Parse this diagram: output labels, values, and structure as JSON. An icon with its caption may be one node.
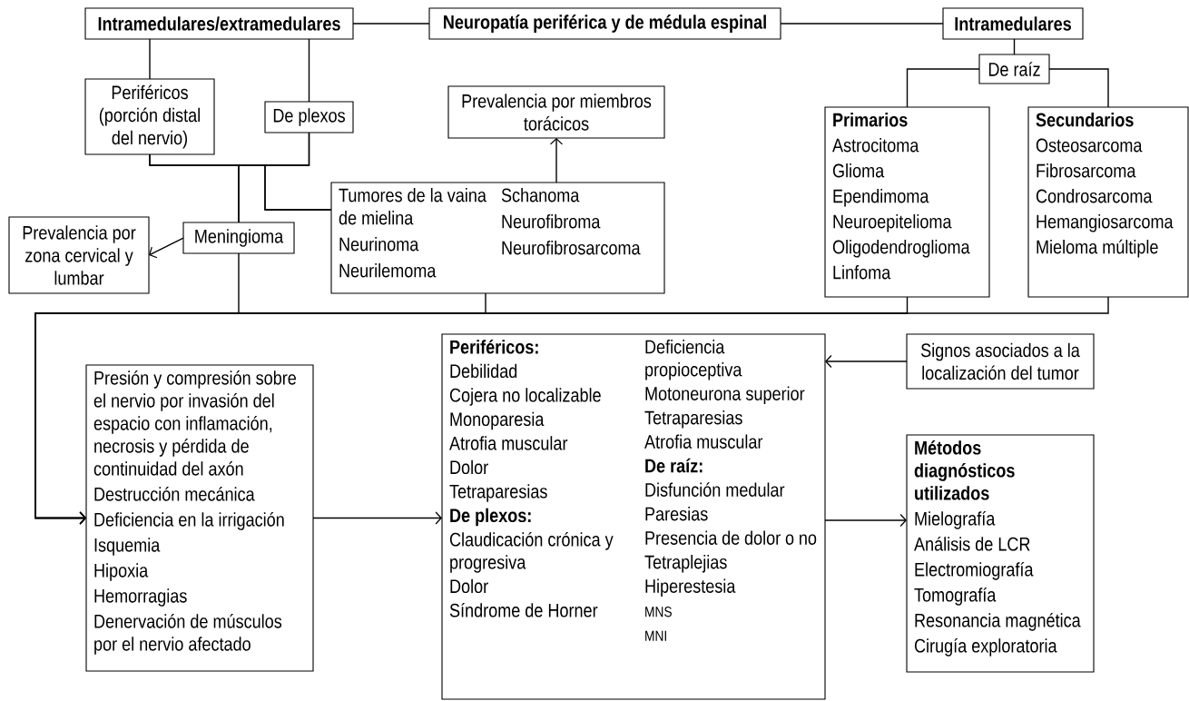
{
  "diagram": {
    "nodes": [
      {
        "text": [
          "Intramedulares/extramedulares"
        ]
      },
      {
        "text": [
          "Neuropatía periférica y de médula espinal"
        ]
      },
      {
        "text": [
          "Intramedulares"
        ]
      },
      {
        "text": [
          "Periféricos (porción distal del nervio)"
        ]
      },
      {
        "text": [
          "De plexos"
        ]
      },
      {
        "text": [
          "Prevalencia por miembros torácicos"
        ]
      },
      {
        "text": [
          "Tumores de la vaina de mielina",
          "Neurinoma",
          "Neurilemoma",
          "Schanoma",
          "Neurofibroma",
          "Neurofibrosarcoma"
        ]
      },
      {
        "text": [
          "Meningioma"
        ]
      },
      {
        "text": [
          "Prevalencia por zona cervical y lumbar"
        ]
      },
      {
        "text": [
          "De raíz"
        ]
      },
      {
        "text": [
          "Primarios",
          "Astrocitoma",
          "Glioma",
          "Ependimoma",
          "Neuroepitelioma",
          "Oligodendroglioma",
          "Linfoma"
        ]
      },
      {
        "text": [
          "Secundarios",
          "Osteosarcoma",
          "Fibrosarcoma",
          "Condrosarcoma",
          "Hemangiosarcoma",
          "Mieloma múltiple"
        ]
      },
      {
        "text": [
          "Presión y compresión sobre el nervio por invasión del espacio con inflamación, necrosis y pérdida de continuidad del axón",
          "Destrucción mecánica",
          "Deficiencia en la irrigación",
          "Isquemia",
          "Hipoxia",
          "Hemorragias",
          "Denervación de músculos por el nervio afectado"
        ]
      },
      {
        "text": [
          "Periféricos:",
          "Debilidad",
          "Cojera no localizable",
          "Monoparesia",
          "Atrofia muscular",
          "Dolor",
          "Tetraparesias",
          "De plexos:",
          "Claudicación crónica y progresiva",
          "Dolor",
          "Síndrome de Horner",
          "Deficiencia propioceptiva",
          "Motoneurona superior",
          "Tetraparesias",
          "Atrofia muscular",
          "De raíz:",
          "Disfunción medular",
          "Paresias",
          "Presencia de dolor o no",
          "Tetraplejias",
          "Hiperestesia",
          "MNS",
          "MNI"
        ]
      },
      {
        "text": [
          "Signos asociados a la localización del tumor"
        ]
      },
      {
        "text": [
          "Métodos diagnósticos utilizados",
          "Mielografía",
          "Análisis de LCR",
          "Electromiografía",
          "Tomografía",
          "Resonancia magnética",
          "Cirugía exploratoria"
        ]
      }
    ],
    "edges": [
      {
        "from": 1,
        "to": 0,
        "arrow": "none"
      },
      {
        "from": 1,
        "to": 2,
        "arrow": "none"
      },
      {
        "from": 0,
        "to": 3,
        "arrow": "none"
      },
      {
        "from": 0,
        "to": 4,
        "arrow": "none"
      },
      {
        "from": 2,
        "to": 9,
        "arrow": "none"
      },
      {
        "from": 9,
        "to": 10,
        "arrow": "none"
      },
      {
        "from": 9,
        "to": 11,
        "arrow": "none"
      },
      {
        "from": 3,
        "to": 6,
        "arrow": "none"
      },
      {
        "from": 4,
        "to": 6,
        "arrow": "none"
      },
      {
        "from": 3,
        "to": 7,
        "arrow": "none"
      },
      {
        "from": 4,
        "to": 7,
        "arrow": "none"
      },
      {
        "from": 6,
        "to": 5,
        "arrow": "to"
      },
      {
        "from": 7,
        "to": 8,
        "arrow": "to"
      },
      {
        "from": 7,
        "to": 12,
        "arrow": "to"
      },
      {
        "from": 6,
        "to": 12,
        "arrow": "to"
      },
      {
        "from": 10,
        "to": 12,
        "arrow": "to"
      },
      {
        "from": 11,
        "to": 12,
        "arrow": "to"
      },
      {
        "from": 12,
        "to": 13,
        "arrow": "to"
      },
      {
        "from": 14,
        "to": 13,
        "arrow": "to"
      },
      {
        "from": 13,
        "to": 15,
        "arrow": "to"
      }
    ]
  }
}
